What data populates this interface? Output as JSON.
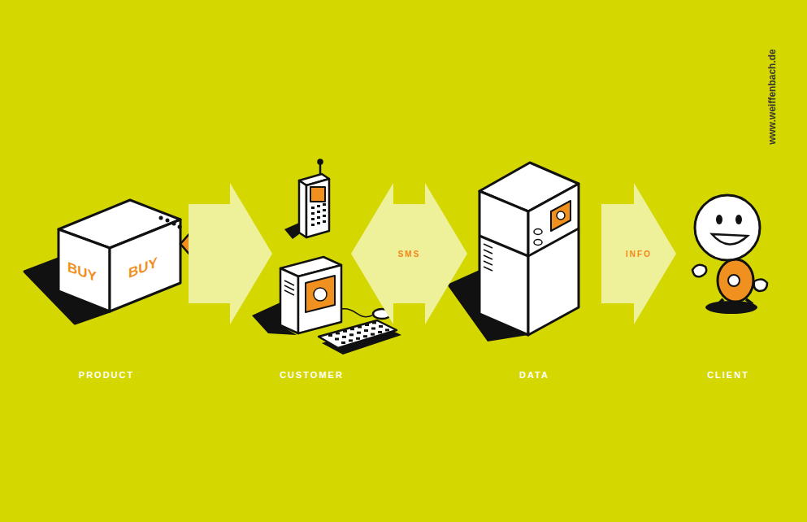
{
  "diagram": {
    "nodes": [
      {
        "text": [
          "BUY",
          "BUY",
          "PRODUCT"
        ]
      },
      {
        "text": [
          "CUSTOMER"
        ]
      },
      {
        "text": [
          "DATA"
        ]
      },
      {
        "text": [
          "CLIENT"
        ]
      }
    ],
    "edges": [
      {
        "from": 0,
        "to": 1,
        "arrow": "to"
      },
      {
        "from": 1,
        "to": 2,
        "label": "SMS",
        "arrow": "both"
      },
      {
        "from": 2,
        "to": 3,
        "label": "INFO",
        "arrow": "to"
      }
    ],
    "labels": [
      "www.weiffenbach.de"
    ]
  }
}
